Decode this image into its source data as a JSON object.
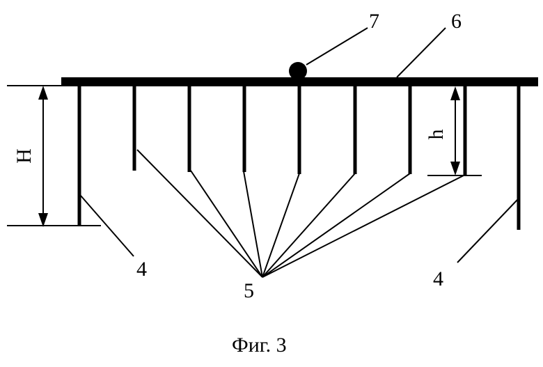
{
  "labels": {
    "plate": "6",
    "sphere": "7",
    "long_rod_left": "4",
    "long_rod_right": "4",
    "wires_origin": "5",
    "dim_long": "H",
    "dim_short": "h"
  },
  "caption": "Фиг. 3",
  "colors": {
    "ink": "#000000",
    "background": "#ffffff"
  }
}
